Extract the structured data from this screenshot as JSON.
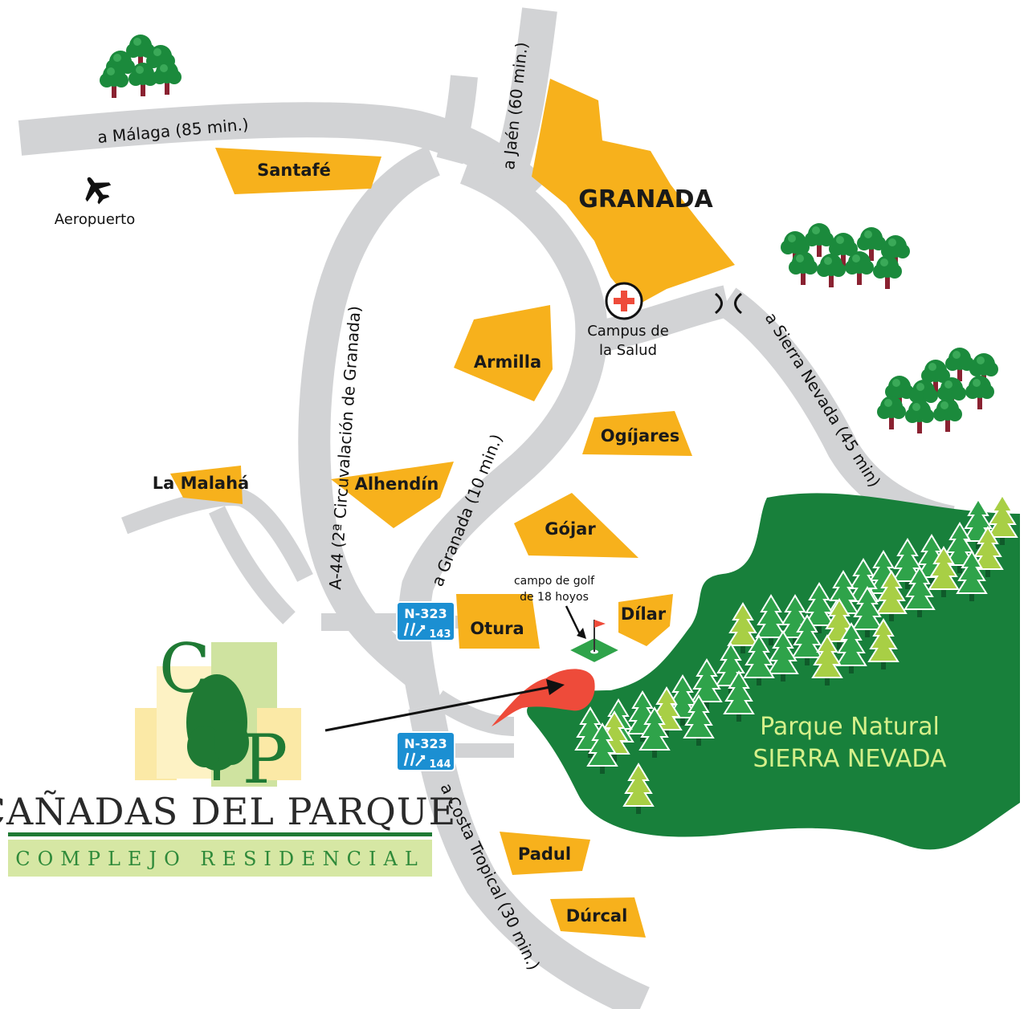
{
  "roads": {
    "malaga": "a Málaga (85 min.)",
    "jaen": "a Jaén (60 min.)",
    "circunvalacion": "A-44 (2ª Circuvalación de Granada)",
    "granada": "a Granada (10 min.)",
    "sierra_nevada": "a Sierra Nevada (45 min)",
    "costa_tropical": "a Costa Tropical (30 min.)"
  },
  "places": {
    "granada": "GRANADA",
    "santafe": "Santafé",
    "aeropuerto": "Aeropuerto",
    "armilla": "Armilla",
    "ogijares": "Ogíjares",
    "la_malaha": "La Malahá",
    "alhendin": "Alhendín",
    "gojar": "Gójar",
    "otura": "Otura",
    "dilar": "Dílar",
    "padul": "Padul",
    "durcal": "Dúrcal",
    "campus_line1": "Campus de",
    "campus_line2": "la Salud",
    "golf_line1": "campo de golf",
    "golf_line2": "de 18 hoyos"
  },
  "park": {
    "line1": "Parque Natural",
    "line2": "SIERRA NEVADA"
  },
  "exits": [
    {
      "road": "N-323",
      "number": "143"
    },
    {
      "road": "N-323",
      "number": "144"
    }
  ],
  "brand": {
    "monogram_c": "C",
    "monogram_p": "P",
    "title": "CAÑADAS DEL PARQUE",
    "subtitle": "COMPLEJO RESIDENCIAL"
  },
  "icons": [
    "airplane-icon",
    "hospital-cross-icon",
    "golf-flag-icon",
    "highway-exit-icon",
    "tree-icon",
    "pine-tree-icon",
    "interchange-icon"
  ],
  "colors": {
    "road": "#d2d3d5",
    "town": "#f7b11c",
    "park": "#18803b",
    "pine_dark": "#2fa34a",
    "pine_light": "#a8cf45",
    "tree_green": "#1b8a3c",
    "trunk": "#8a2231",
    "badge": "#1b8fd2",
    "location_marker": "#ee4b3a",
    "brand_green": "#1f7a34",
    "brand_light": "#d6e7a4"
  }
}
